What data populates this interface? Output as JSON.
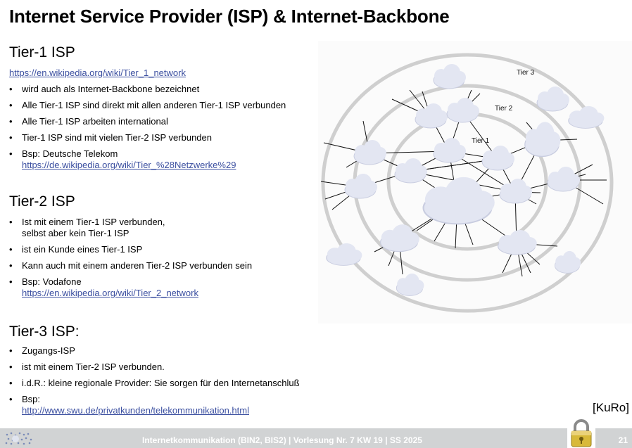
{
  "title": "Internet Service Provider (ISP) & Internet-Backbone",
  "tier1": {
    "heading": "Tier-1 ISP",
    "link": "https://en.wikipedia.org/wiki/Tier_1_network",
    "bullets": [
      "wird auch als Internet-Backbone bezeichnet",
      "Alle Tier-1 ISP sind direkt mit allen anderen Tier-1 ISP verbunden",
      "Alle Tier-1 ISP arbeiten international",
      "Tier-1 ISP sind mit vielen Tier-2 ISP verbunden"
    ],
    "example": "Bsp: Deutsche Telekom",
    "example_link": "https://de.wikipedia.org/wiki/Tier_%28Netzwerke%29"
  },
  "tier2": {
    "heading": "Tier-2 ISP",
    "bullet1_line1": "Ist mit einem Tier-1 ISP verbunden,",
    "bullet1_line2": "selbst aber kein Tier-1 ISP",
    "bullets": [
      "ist ein Kunde eines Tier-1 ISP",
      "Kann auch mit einem anderen Tier-2 ISP verbunden sein"
    ],
    "example": "Bsp: Vodafone",
    "example_link": "https://en.wikipedia.org/wiki/Tier_2_network"
  },
  "tier3": {
    "heading": "Tier-3 ISP:",
    "bullets": [
      "Zugangs-ISP",
      "ist mit einem Tier-2 ISP verbunden.",
      "i.d.R.: kleine regionale Provider: Sie sorgen für den Internetanschluß"
    ],
    "example": "Bsp:",
    "example_link": "http://www.swu.de/privatkunden/telekommunikation.html"
  },
  "diagram": {
    "label_tier1": "Tier 1",
    "label_tier2": "Tier 2",
    "label_tier3": "Tier 3"
  },
  "credit": "[KuRo]",
  "footer": {
    "text": "Internetkommunikation (BIN2, BIS2) | Vorlesung Nr. 7 KW 19 | SS 2025",
    "page": "21"
  }
}
